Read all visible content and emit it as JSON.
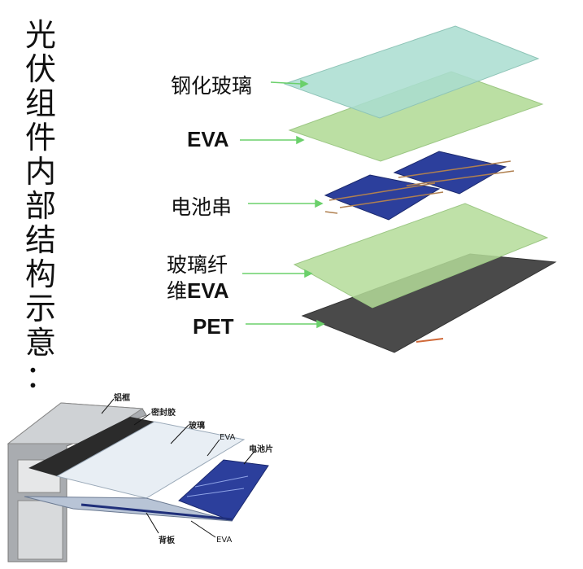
{
  "title_chars": [
    "光",
    "伏",
    "组",
    "件",
    "内",
    "部",
    "结",
    "构",
    "示",
    "意",
    "："
  ],
  "layers": {
    "glass": "钢化玻璃",
    "eva": "EVA",
    "cells": "电池串",
    "fiber_eva_1": "玻璃纤",
    "fiber_eva_2": "维",
    "fiber_eva_3": "EVA",
    "pet": "PET"
  },
  "cross_section": {
    "frame": "铝框",
    "sealant": "密封胶",
    "glass": "玻璃",
    "eva_top": "EVA",
    "cell": "电池片",
    "backsheet": "背板",
    "eva_bottom": "EVA"
  },
  "colors": {
    "glass": "#a9ddd0",
    "eva": "#b4dc99",
    "cell": "#2c3f9c",
    "pet": "#4a4a4a",
    "arrow": "#6bd06b"
  }
}
